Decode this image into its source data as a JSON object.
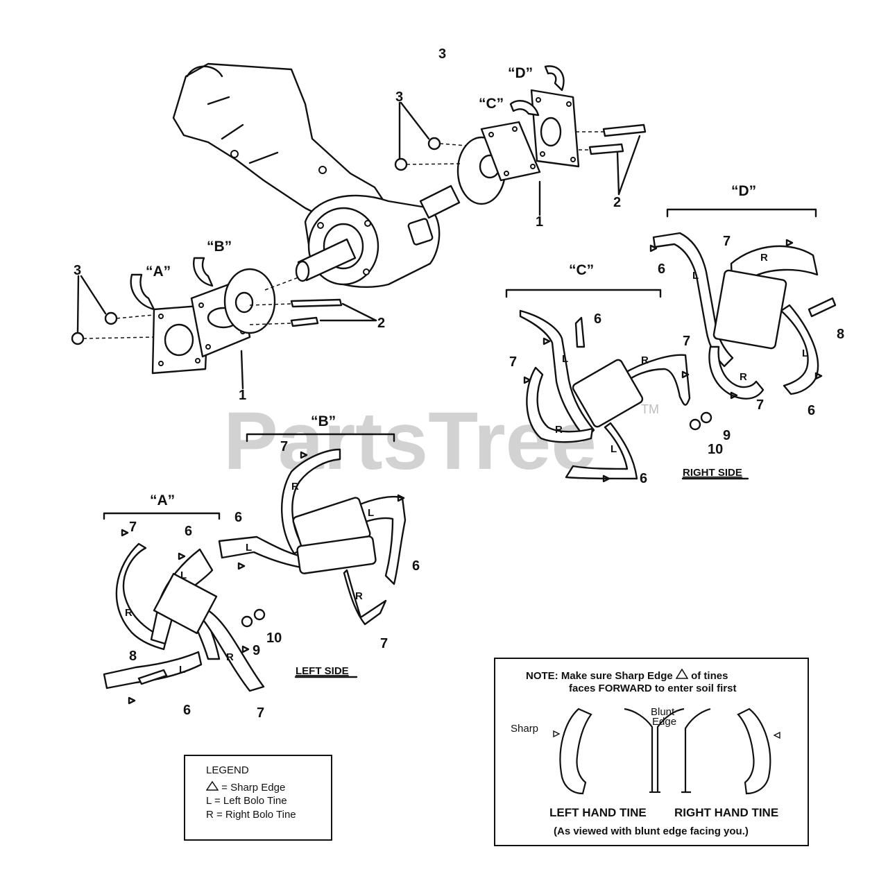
{
  "watermark": "PartsTree",
  "watermark_mark": "TM",
  "top_ref": "3",
  "group_labels": {
    "a": "“A”",
    "b": "“B”",
    "c": "“C”",
    "d": "“D”"
  },
  "callouts": {
    "p1": "1",
    "p2": "2",
    "p3": "3",
    "p6": "6",
    "p7": "7",
    "p8": "8",
    "p9": "9",
    "p10": "10"
  },
  "tine_letters": {
    "left": "L",
    "right": "R"
  },
  "sides": {
    "left": "LEFT SIDE",
    "right": "RIGHT SIDE"
  },
  "legend": {
    "title": "LEGEND",
    "sharp": "= Sharp Edge",
    "left": "L  = Left Bolo Tine",
    "right": "R  = Right Bolo Tine"
  },
  "note": {
    "line1": "NOTE:  Make sure Sharp Edge",
    "line1b": "of tines",
    "line2": "faces FORWARD to enter soil first",
    "sharp_label": "Sharp",
    "blunt_label_1": "Blunt",
    "blunt_label_2": "Edge",
    "left_caption": "LEFT HAND TINE",
    "right_caption": "RIGHT HAND TINE",
    "footer": "(As viewed with blunt edge facing you.)"
  }
}
